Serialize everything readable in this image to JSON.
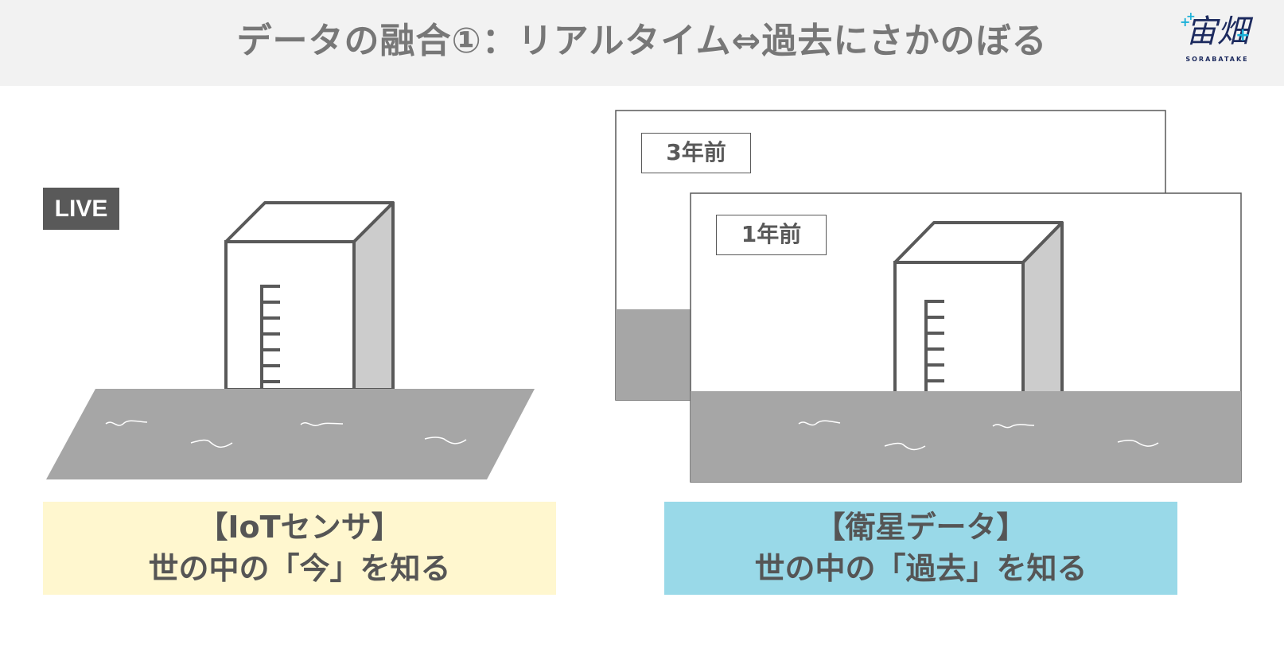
{
  "header": {
    "title": "データの融合①：リアルタイム⇔過去にさかのぼる",
    "logo_text": "宙畑",
    "logo_sub": "SORABATAKE"
  },
  "left_panel": {
    "badge": "LIVE",
    "caption_line1": "【IoTセンサ】",
    "caption_line2": "世の中の「今」を知る"
  },
  "right_panel": {
    "back_frame_label": "3年前",
    "front_frame_label": "1年前",
    "caption_line1": "【衛星データ】",
    "caption_line2": "世の中の「過去」を知る"
  },
  "colors": {
    "header_bg": "#f2f2f2",
    "title_text": "#777777",
    "stroke": "#595959",
    "ground": "#a6a6a6",
    "cube_side": "#cccccc",
    "left_caption_bg": "#fff7cf",
    "right_caption_bg": "#99d9e8",
    "logo_navy": "#1c2a5e",
    "logo_accent": "#1ab0d8"
  }
}
